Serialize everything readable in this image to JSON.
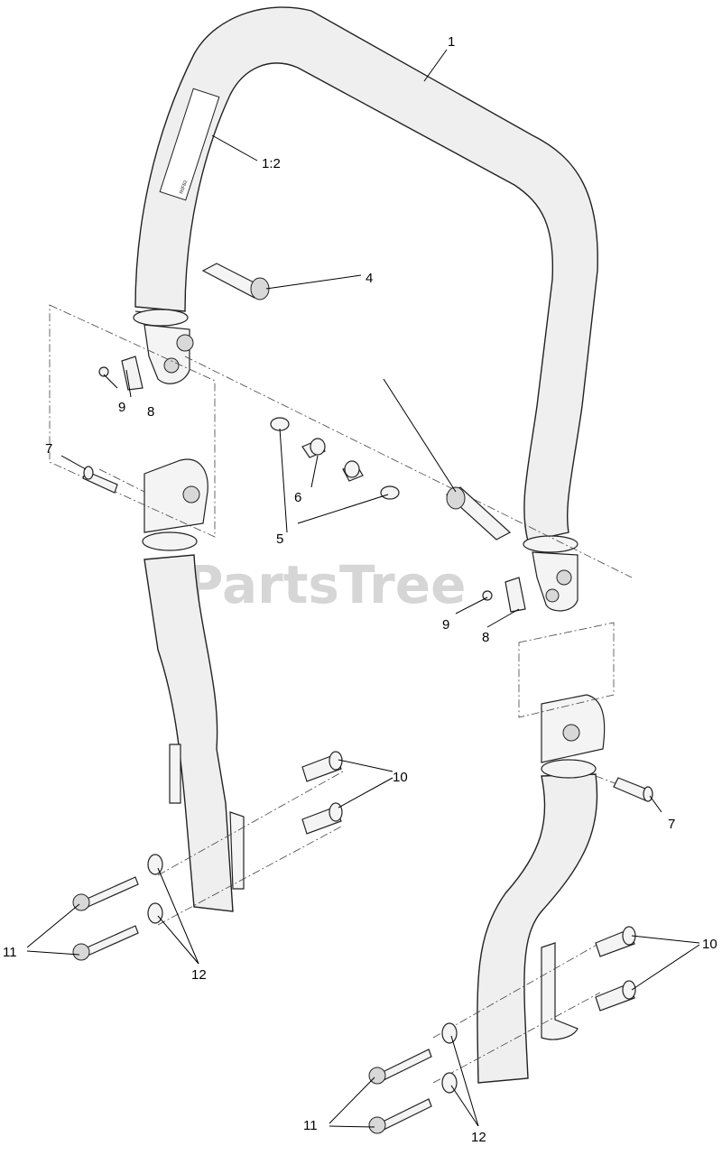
{
  "watermark": "PartsTree",
  "decal_text": "R0FB2",
  "callouts": {
    "c1": "1",
    "c1_2": "1:2",
    "c4": "4",
    "c5": "5",
    "c6": "6",
    "c7_left": "7",
    "c7_right": "7",
    "c8_left": "8",
    "c8_right": "8",
    "c9_left": "9",
    "c9_right": "9",
    "c10_left": "10",
    "c10_right": "10",
    "c11_left": "11",
    "c11_right": "11",
    "c12_left": "12",
    "c12_right": "12"
  }
}
